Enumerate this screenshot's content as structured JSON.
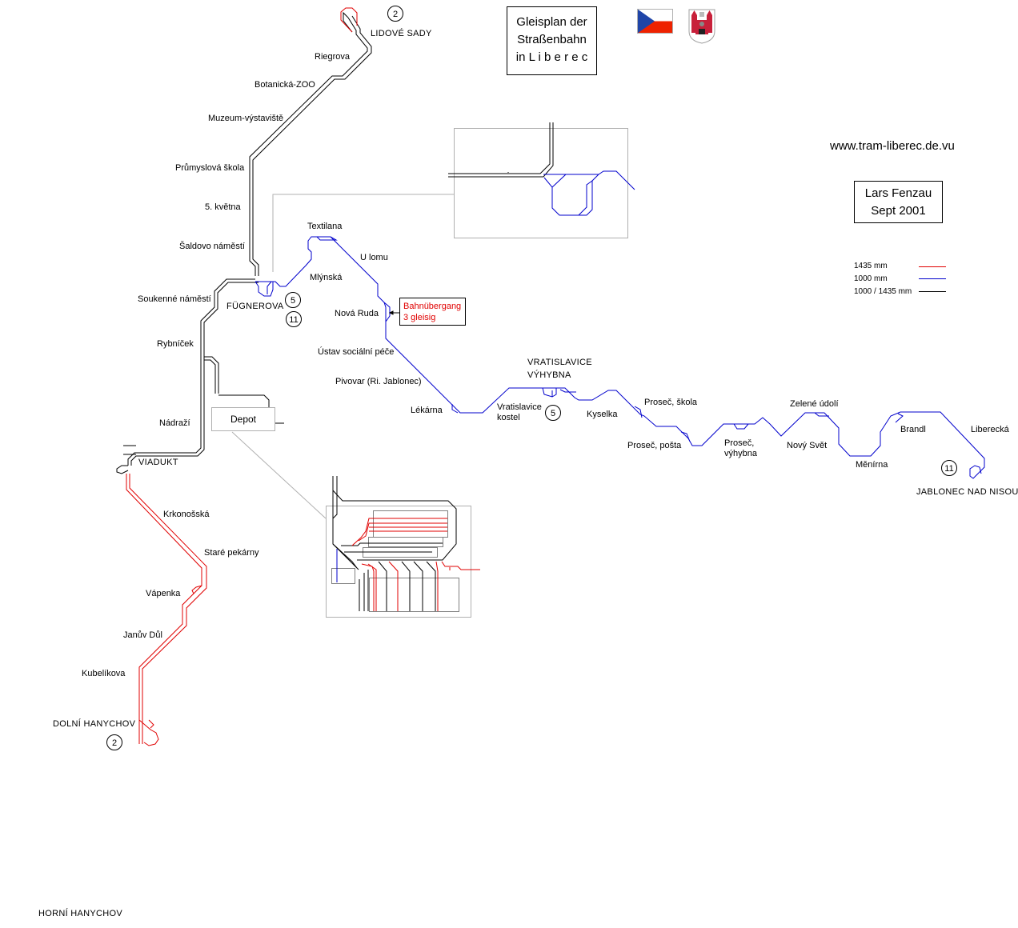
{
  "title": {
    "line1": "Gleisplan der",
    "line2": "Straßenbahn",
    "line3": "in L i b e r e c"
  },
  "website": "www.tram-liberec.de.vu",
  "author": {
    "name": "Lars Fenzau",
    "date": "Sept 2001"
  },
  "legend": [
    {
      "label": "1435 mm",
      "color": "#e00000"
    },
    {
      "label": "1000 mm",
      "color": "#0000cc"
    },
    {
      "label": "1000 / 1435 mm",
      "color": "#000000"
    }
  ],
  "emblems": {
    "flag": "czech-flag",
    "coat_of_arms": "liberec-coat-of-arms"
  },
  "colors": {
    "standard_gauge": "#e00000",
    "meter_gauge": "#0000cc",
    "dual_gauge": "#000000",
    "inset_frame": "#b0b0b0"
  },
  "terminals": {
    "lidove_sady": "LIDOVÉ SADY",
    "fugnerova": "FÜGNEROVA",
    "viadukt": "VIADUKT",
    "dolni_hanychov": "DOLNÍ HANYCHOV",
    "horni_hanychov": "HORNÍ HANYCHOV",
    "vratislavice_vyhybna_1": "VRATISLAVICE",
    "vratislavice_vyhybna_2": "VÝHYBNA",
    "jablonec": "JABLONEC NAD NISOU"
  },
  "lines": {
    "line2_top": "2",
    "line5_fugnerova": "5",
    "line11_fugnerova": "11",
    "line5_vratislavice": "5",
    "line11_jablonec": "11",
    "line2_bottom": "2"
  },
  "stops_north": [
    "Riegrova",
    "Botanická-ZOO",
    "Muzeum-výstaviště",
    "Průmyslová škola",
    "5. května",
    "Šaldovo náměstí",
    "Soukenné náměstí",
    "Rybníček",
    "Nádraží"
  ],
  "stops_south": [
    "Krkonošská",
    "Staré pekárny",
    "Vápenka",
    "Janův Důl",
    "Kubelíkova"
  ],
  "stops_east": {
    "textilana": "Textilana",
    "u_lomu": "U lomu",
    "mlynska": "Mlýnská",
    "nova_ruda": "Nová Ruda",
    "ustav": "Ústav sociální péče",
    "pivovar": "Pivovar (Ri. Jablonec)",
    "lekarna": "Lékárna",
    "vratislavice_kostel_1": "Vratislavice",
    "vratislavice_kostel_2": "kostel",
    "kyselka": "Kyselka",
    "prosec_skola": "Proseč, škola",
    "prosec_posta": "Proseč, pošta",
    "prosec_vyhybna_1": "Proseč,",
    "prosec_vyhybna_2": "výhybna",
    "novy_svet": "Nový Svět",
    "zelene_udoli": "Zelené údolí",
    "menirna": "Měnírna",
    "brandl": "Brandl",
    "liberecka": "Liberecká"
  },
  "annotation": {
    "line1": "Bahnübergang",
    "line2": "3 gleisig"
  },
  "depot": "Depot"
}
